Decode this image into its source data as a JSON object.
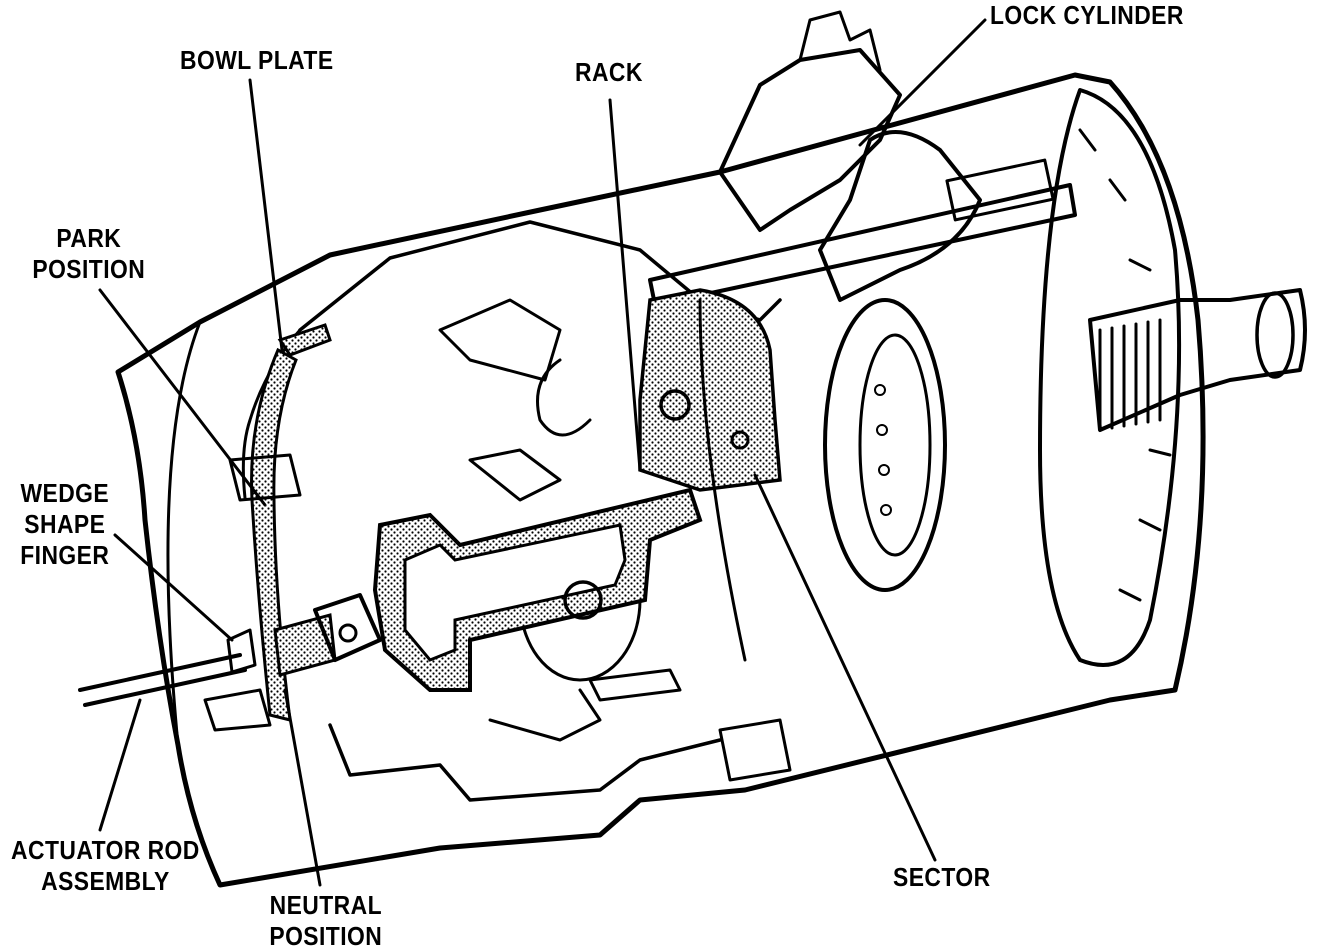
{
  "labels": {
    "lock_cylinder": "LOCK CYLINDER",
    "bowl_plate": "BOWL PLATE",
    "rack": "RACK",
    "park_position": [
      "PARK",
      "POSITION"
    ],
    "wedge_shape_finger": [
      "WEDGE",
      "SHAPE",
      "FINGER"
    ],
    "actuator_rod_assembly": [
      "ACTUATOR ROD",
      "ASSEMBLY"
    ],
    "neutral_position": [
      "NEUTRAL",
      "POSITION"
    ],
    "sector": "SECTOR"
  },
  "colors": {
    "ink": "#000000",
    "background": "#ffffff",
    "hatch": "#000000"
  }
}
